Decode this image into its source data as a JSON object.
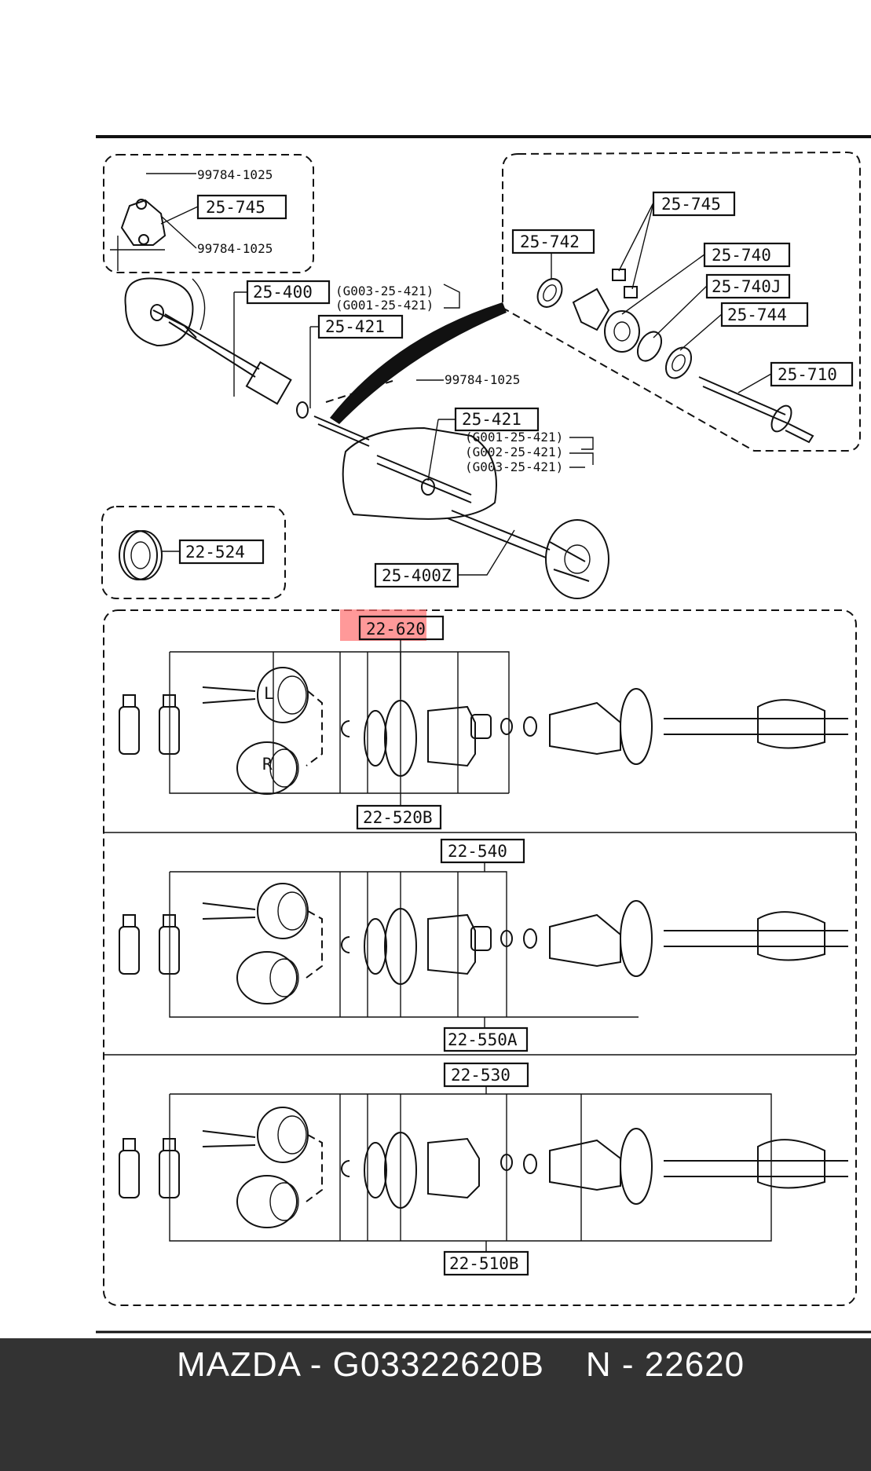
{
  "footer": {
    "text": "MAZDA - G03322620B    N - 22620"
  },
  "highlight_color": "#ff6e6e",
  "labels": {
    "l_99784_1025_a": "99784-1025",
    "l_25_745_a": "25-745",
    "l_99784_1025_b": "99784-1025",
    "l_25_400": "25-400",
    "l_g003_a": "(G003-25-421)",
    "l_g001_a": "(G001-25-421)",
    "l_25_421_a": "25-421",
    "l_99784_1025_c": "99784-1025",
    "l_25_421_b": "25-421",
    "l_g001_b": "(G001-25-421)",
    "l_g002_b": "(G002-25-421)",
    "l_g003_b": "(G003-25-421)",
    "l_25_745_b": "25-745",
    "l_25_742": "25-742",
    "l_25_740": "25-740",
    "l_25_740j": "25-740J",
    "l_25_744": "25-744",
    "l_25_710": "25-710",
    "l_22_524": "22-524",
    "l_25_400z": "25-400Z",
    "l_22_620": "22-620",
    "l_22_520b": "22-520B",
    "l_22_540": "22-540",
    "l_22_550a": "22-550A",
    "l_22_530": "22-530",
    "l_22_510b": "22-510B",
    "l_L": "L",
    "l_R": "R"
  }
}
